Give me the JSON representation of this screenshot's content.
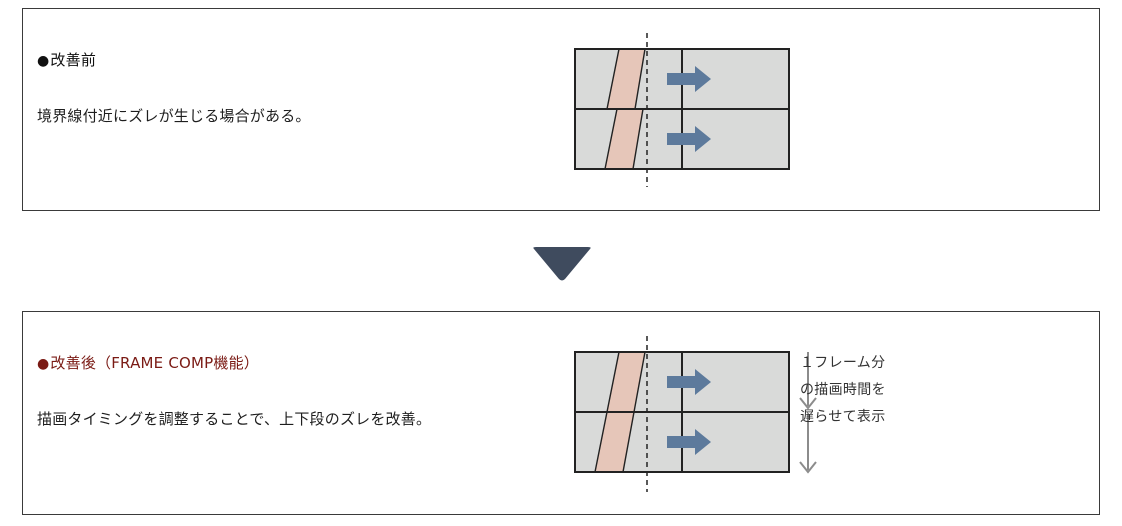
{
  "before": {
    "bullet": "●",
    "title": "改善前",
    "description": "境界線付近にズレが生じる場合がある。"
  },
  "after": {
    "bullet": "●",
    "title": "改善後（FRAME COMP機能）",
    "description": "描画タイミングを調整することで、上下段のズレを改善。",
    "note_lines": [
      "１フレーム分",
      "の描画時間を",
      "遅らせて表示"
    ]
  },
  "colors": {
    "panel_fill": "#d9dad9",
    "stripe": "#e6c6b9",
    "arrow": "#5d7a9c",
    "triangle": "#3f4b5e",
    "title_after": "#7a1a14",
    "note_arrow": "#8c8c8c"
  }
}
